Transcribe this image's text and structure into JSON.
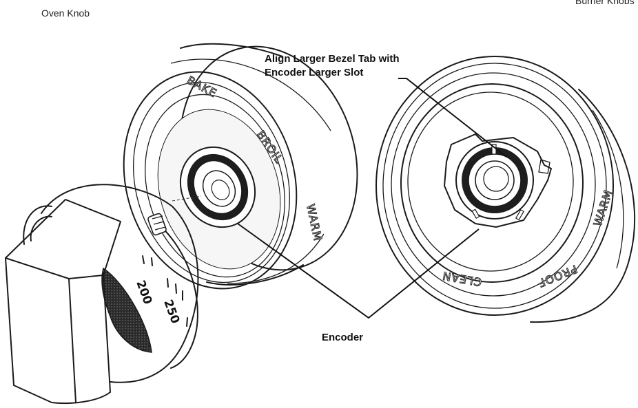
{
  "labels": {
    "oven_knob": "Oven Knob",
    "burner_knobs": "Burner Knobs",
    "align_line1": "Align Larger Bezel Tab with",
    "align_line2": "Encoder Larger Slot",
    "encoder": "Encoder"
  },
  "bezel_left_markings": [
    "BAKE",
    "BROIL",
    "WARM"
  ],
  "bezel_right_markings": [
    "WARM",
    "PROOF",
    "CLEAN"
  ],
  "knob_scale_numbers": [
    "200",
    "250"
  ],
  "icons": [
    "oven-knob-illustration",
    "oven-bezel-illustration",
    "burner-bezel-illustration",
    "encoder-illustration"
  ],
  "colors": {
    "line": "#1a1a1a",
    "background": "#ffffff"
  }
}
